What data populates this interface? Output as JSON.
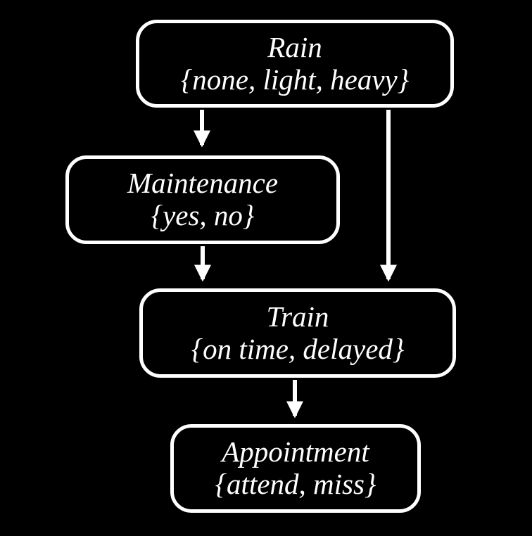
{
  "theme": {
    "background": "#000000",
    "stroke": "#ffffff",
    "text": "#ffffff"
  },
  "diagram": {
    "type": "bayesian-network",
    "description": "Directed acyclic graph of four variable nodes"
  },
  "nodes": [
    {
      "id": "rain",
      "name": "Rain",
      "domain": "{none, light, heavy}"
    },
    {
      "id": "maintenance",
      "name": "Maintenance",
      "domain": "{yes, no}"
    },
    {
      "id": "train",
      "name": "Train",
      "domain": "{on time, delayed}"
    },
    {
      "id": "appointment",
      "name": "Appointment",
      "domain": "{attend, miss}"
    }
  ],
  "edges": [
    {
      "from": "rain",
      "to": "maintenance"
    },
    {
      "from": "rain",
      "to": "train"
    },
    {
      "from": "maintenance",
      "to": "train"
    },
    {
      "from": "train",
      "to": "appointment"
    }
  ]
}
